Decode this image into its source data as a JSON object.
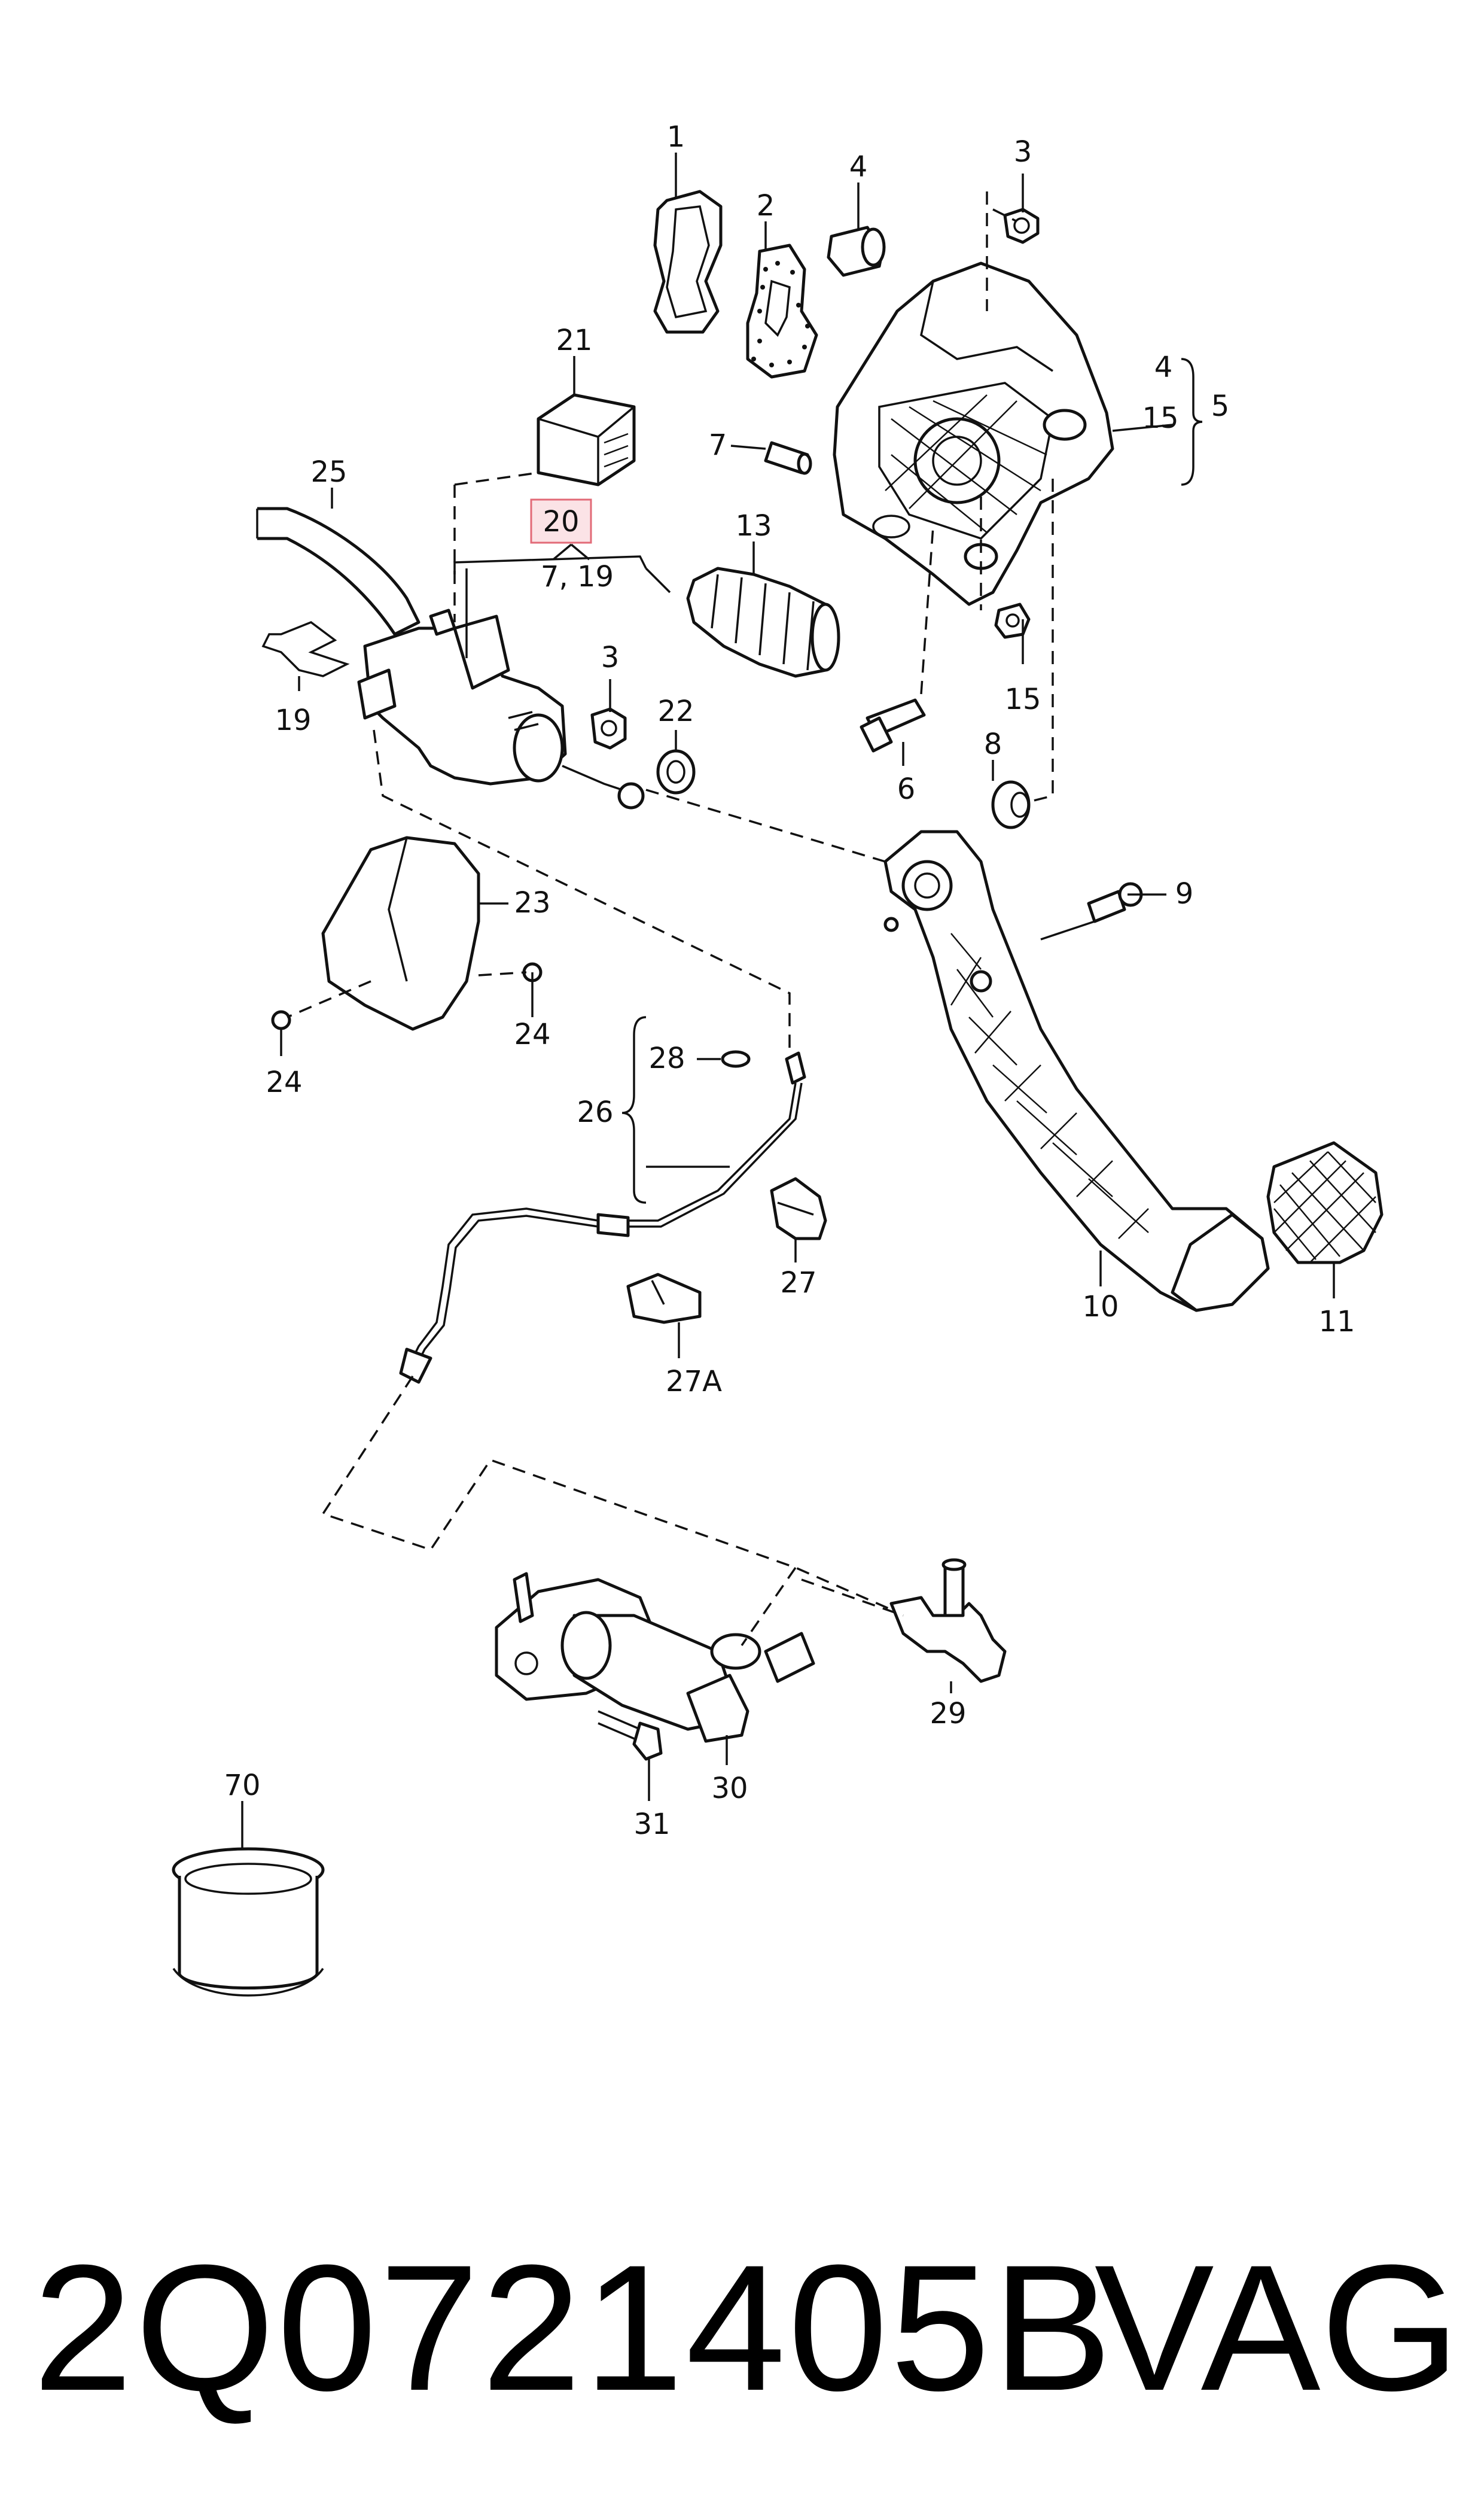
{
  "diagram": {
    "callouts": {
      "c1": "1",
      "c2": "2",
      "c3a": "3",
      "c4a": "4",
      "c4b": "4",
      "c5": "5",
      "c15a": "15",
      "c15b": "15",
      "c7": "7",
      "c13": "13",
      "c21": "21",
      "c20": "20",
      "c20sub": "7, 19",
      "c25": "25",
      "c19": "19",
      "c3b": "3",
      "c22": "22",
      "c6": "6",
      "c8": "8",
      "c9": "9",
      "c23": "23",
      "c24a": "24",
      "c24b": "24",
      "c28": "28",
      "c26": "26",
      "c27": "27",
      "c27a": "27A",
      "c10": "10",
      "c11": "11",
      "c29": "29",
      "c30": "30",
      "c31": "31",
      "c70": "70"
    },
    "highlight_color": "#e26a77",
    "highlight_fill": "#fbe3e6"
  },
  "footer": {
    "part_number": "2Q0721405B",
    "brand": "VAG"
  }
}
